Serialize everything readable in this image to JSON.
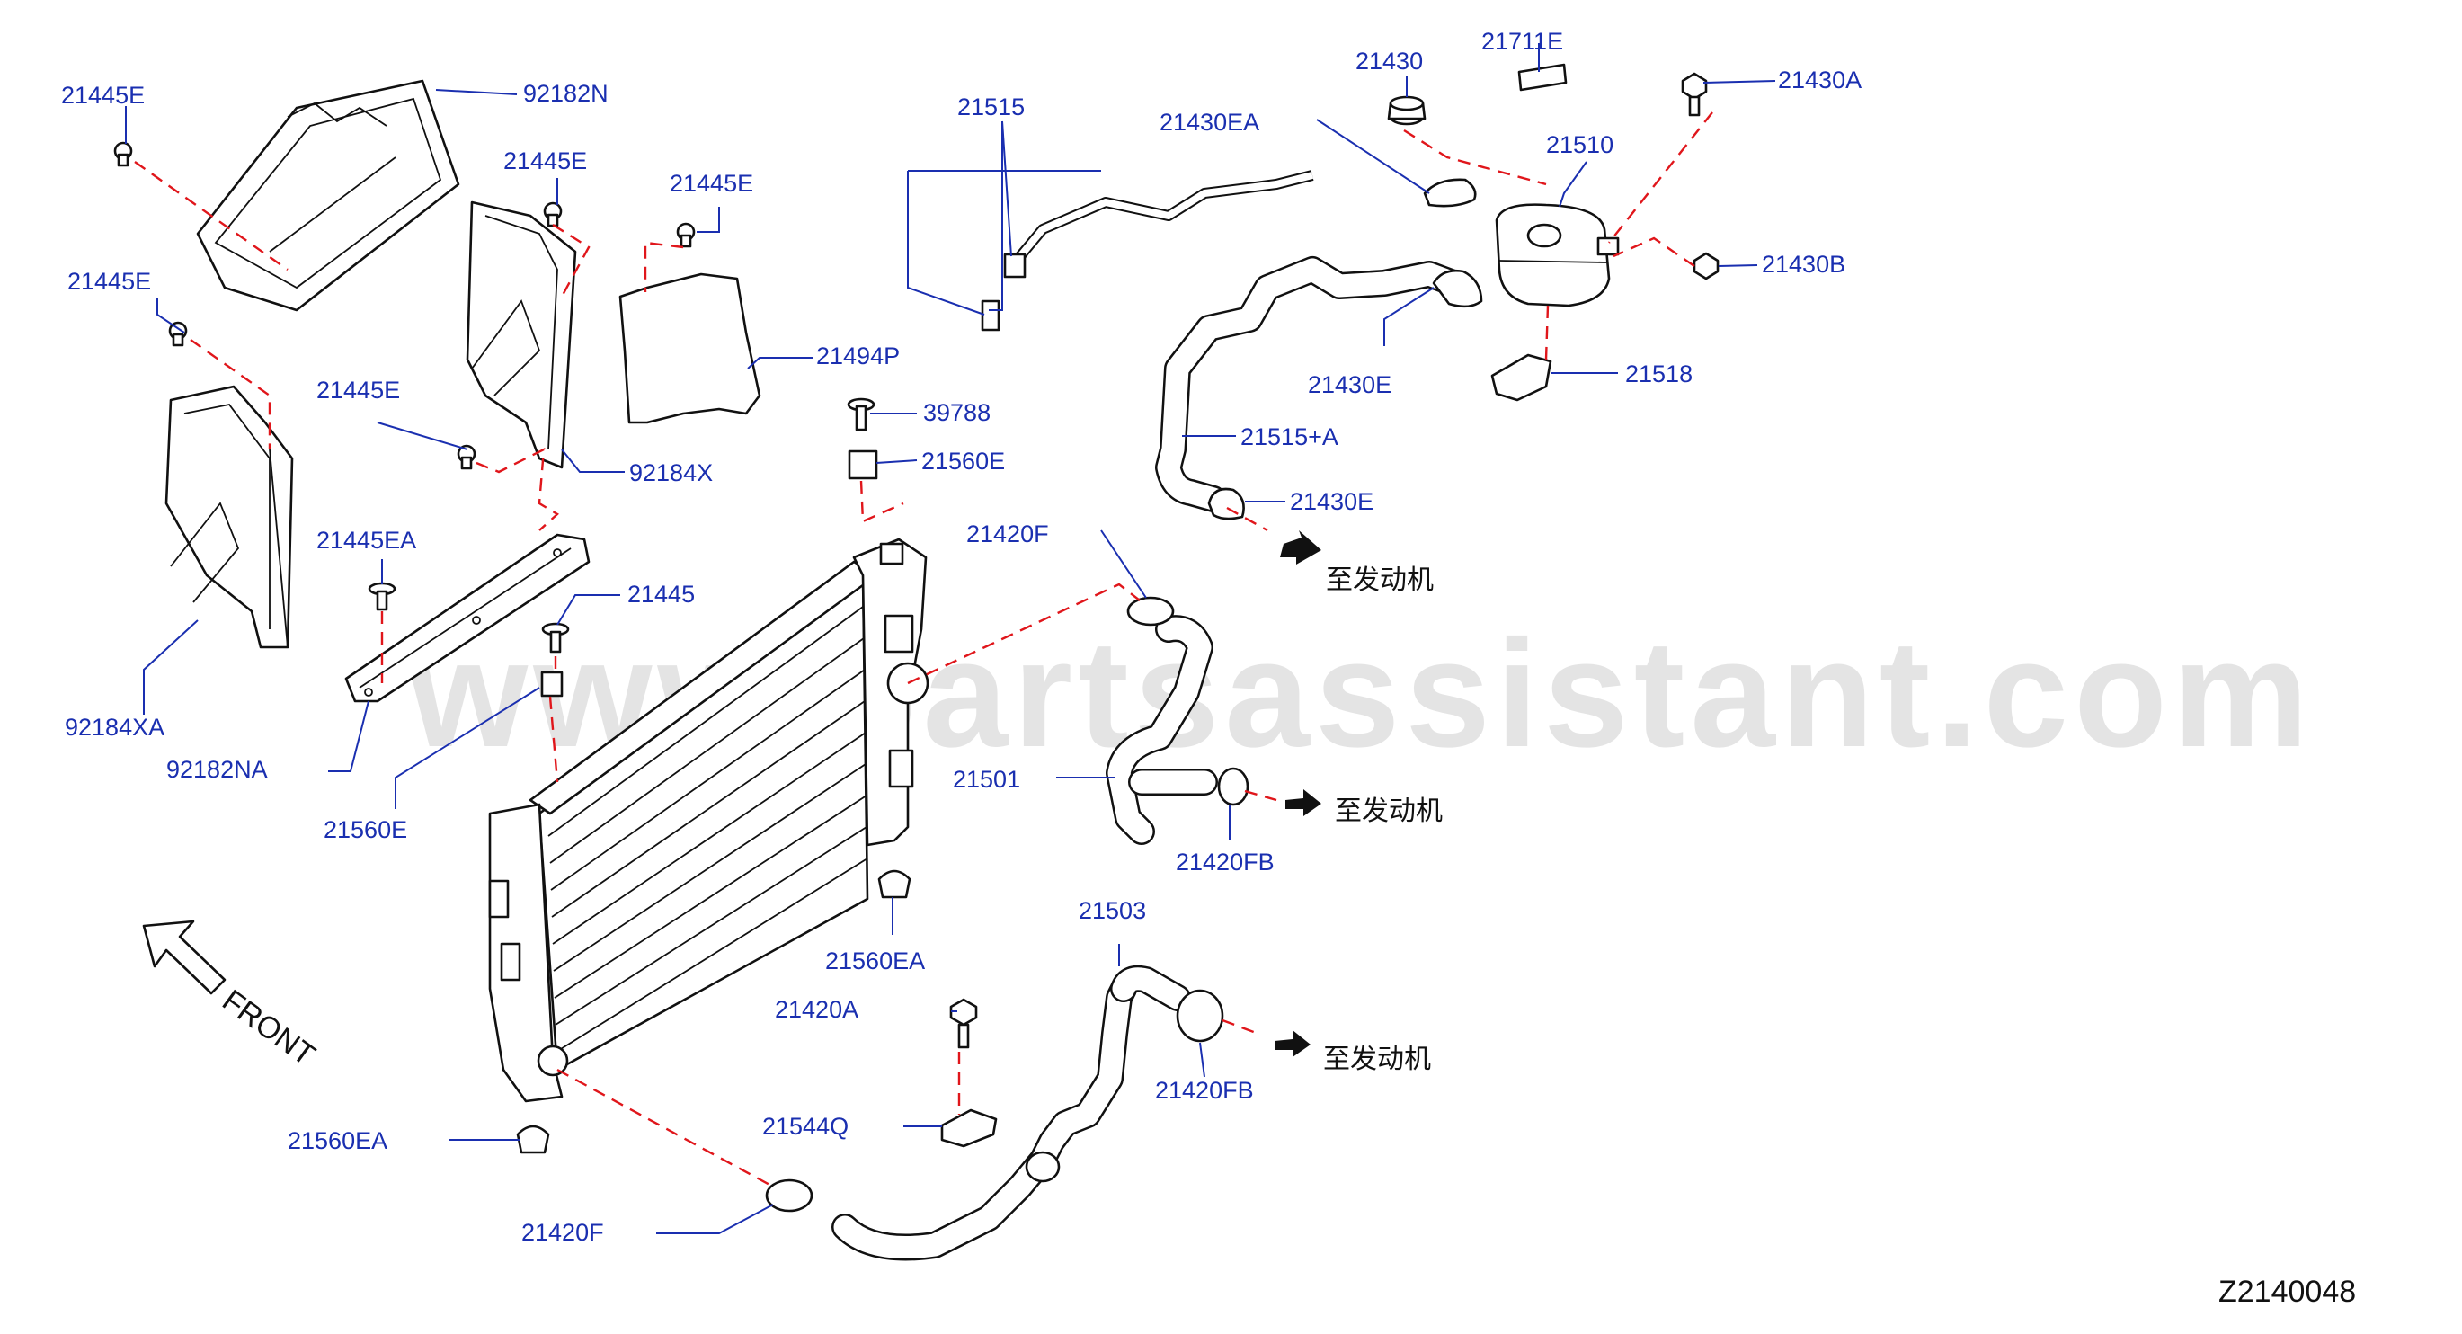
{
  "watermark": "www.partsassistant.com",
  "diagram_code": "Z2140048",
  "front_label": "FRONT",
  "to_engine_label": "至发动机",
  "callouts": {
    "c21445E_a": "21445E",
    "c92182N": "92182N",
    "c21445E_b": "21445E",
    "c21445E_c": "21445E",
    "c21445E_d": "21445E",
    "c21445E_e": "21445E",
    "c21494P": "21494P",
    "c92184X": "92184X",
    "c21445EA": "21445EA",
    "c21445": "21445",
    "c92184XA": "92184XA",
    "c92182NA": "92182NA",
    "c21560E_a": "21560E",
    "c39788": "39788",
    "c21560E_b": "21560E",
    "c21515": "21515",
    "c21430EA": "21430EA",
    "c21430": "21430",
    "c21711E": "21711E",
    "c21430A": "21430A",
    "c21510": "21510",
    "c21430B": "21430B",
    "c21430E_a": "21430E",
    "c21518": "21518",
    "c21515A": "21515+A",
    "c21430E_b": "21430E",
    "c21420F_a": "21420F",
    "c21501": "21501",
    "c21420FB_a": "21420FB",
    "c21560EA_a": "21560EA",
    "c21503": "21503",
    "c21420A": "21420A",
    "c21420FB_b": "21420FB",
    "c21544Q": "21544Q",
    "c21560EA_b": "21560EA",
    "c21420F_b": "21420F"
  }
}
